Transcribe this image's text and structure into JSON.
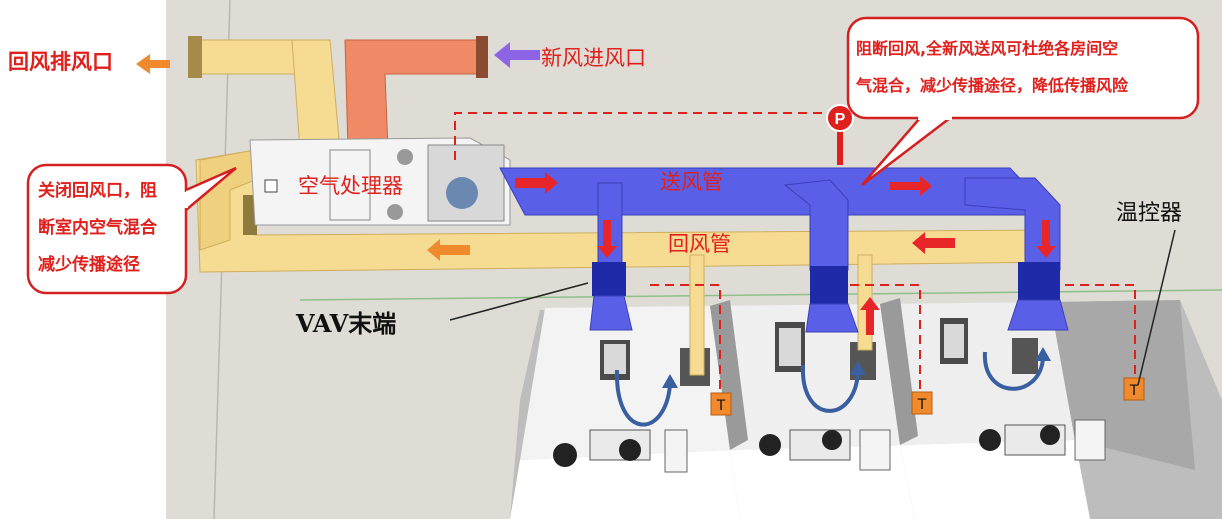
{
  "labels": {
    "return_exhaust_outlet": "回风排风口",
    "fresh_air_inlet": "新风进风口",
    "air_handler": "空气处理器",
    "supply_duct": "送风管",
    "return_duct": "回风管",
    "vav_terminal": "VAV末端",
    "thermostat": "温控器",
    "pressure_sensor_glyph": "P",
    "thermostat_glyph": "T"
  },
  "callouts": {
    "left": [
      "关闭回风口，阻",
      "断室内空气混合",
      "减少传播途径"
    ],
    "right": [
      "阻断回风,全新风送风可杜绝各房间空",
      "气混合，减少传播途径，降低传播风险"
    ]
  },
  "colors": {
    "supply_duct": "#5a5fe8",
    "return_duct": "#f6dc93",
    "fresh_air_duct": "#f08a66",
    "callout_text": "#e0201c",
    "flow_arrow": "#e8262a",
    "return_arrow": "#f08a2c",
    "inlet_arrow": "#8e64e6"
  }
}
